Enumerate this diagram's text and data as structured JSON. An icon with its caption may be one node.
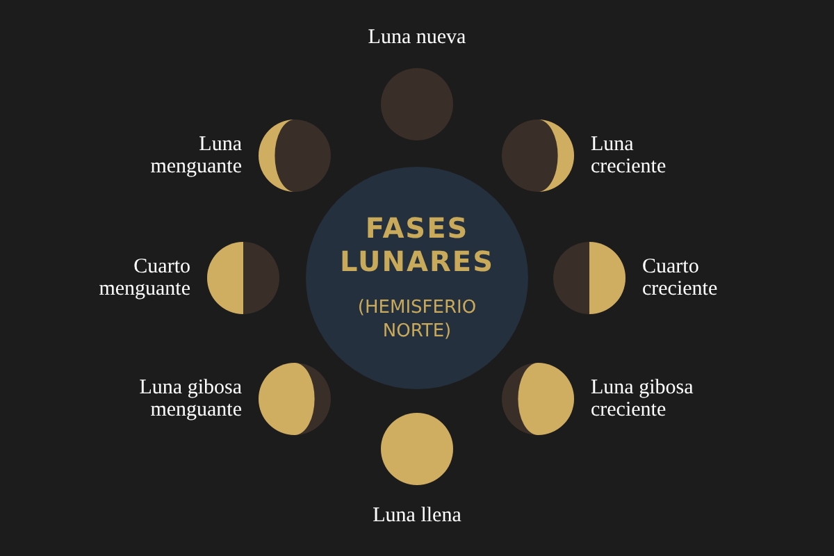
{
  "diagram": {
    "nodes": [
      {
        "text": [
          "FASES LUNARES",
          "(HEMISFERIO NORTE)"
        ]
      },
      {
        "text": [
          "Luna nueva"
        ]
      },
      {
        "text": [
          "Luna creciente"
        ]
      },
      {
        "text": [
          "Cuarto creciente"
        ]
      },
      {
        "text": [
          "Luna gibosa creciente"
        ]
      },
      {
        "text": [
          "Luna llena"
        ]
      },
      {
        "text": [
          "Luna gibosa menguante"
        ]
      },
      {
        "text": [
          "Cuarto menguante"
        ]
      },
      {
        "text": [
          "Luna menguante"
        ]
      }
    ],
    "edges": []
  }
}
